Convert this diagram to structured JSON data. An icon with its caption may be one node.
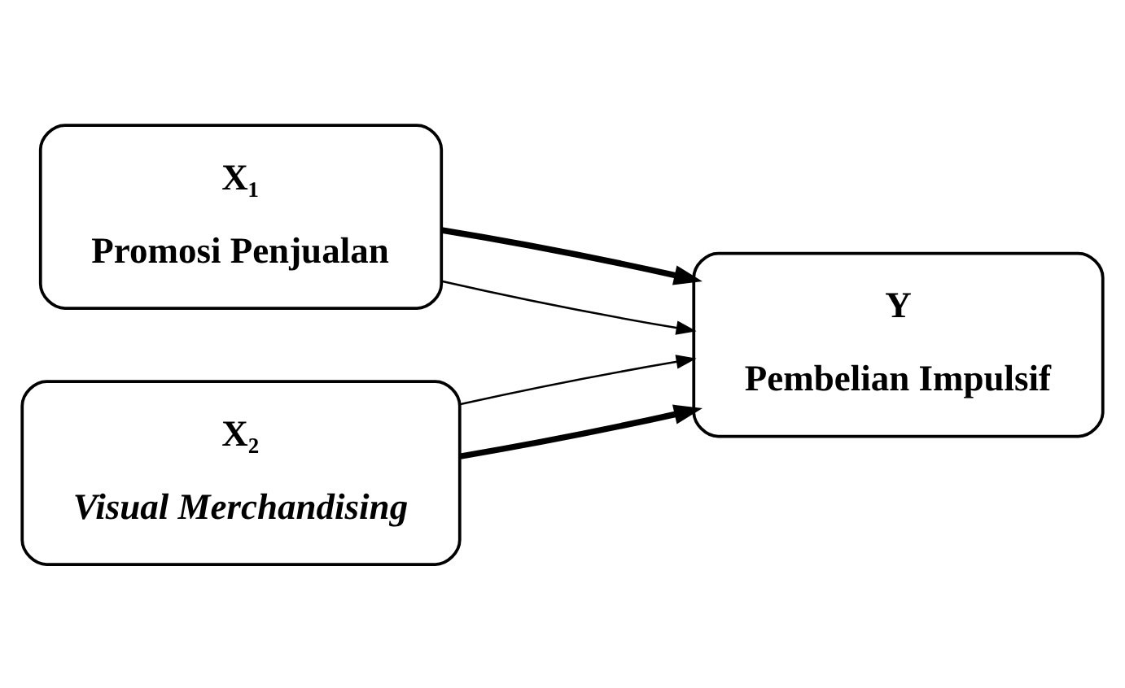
{
  "diagram": {
    "nodes": [
      {
        "text": [
          "X₁",
          "Promosi Penjualan"
        ]
      },
      {
        "text": [
          "X₂",
          "Visual Merchandising"
        ]
      },
      {
        "text": [
          "Y",
          "Pembelian Impulsif"
        ]
      }
    ],
    "edges": [
      {
        "from": 0,
        "to": 2,
        "arrow": "to"
      },
      {
        "from": 0,
        "to": 2,
        "arrow": "to",
        "style": "thick"
      },
      {
        "from": 1,
        "to": 2,
        "arrow": "to",
        "style": "thick"
      },
      {
        "from": 1,
        "to": 2,
        "arrow": "to"
      }
    ]
  }
}
